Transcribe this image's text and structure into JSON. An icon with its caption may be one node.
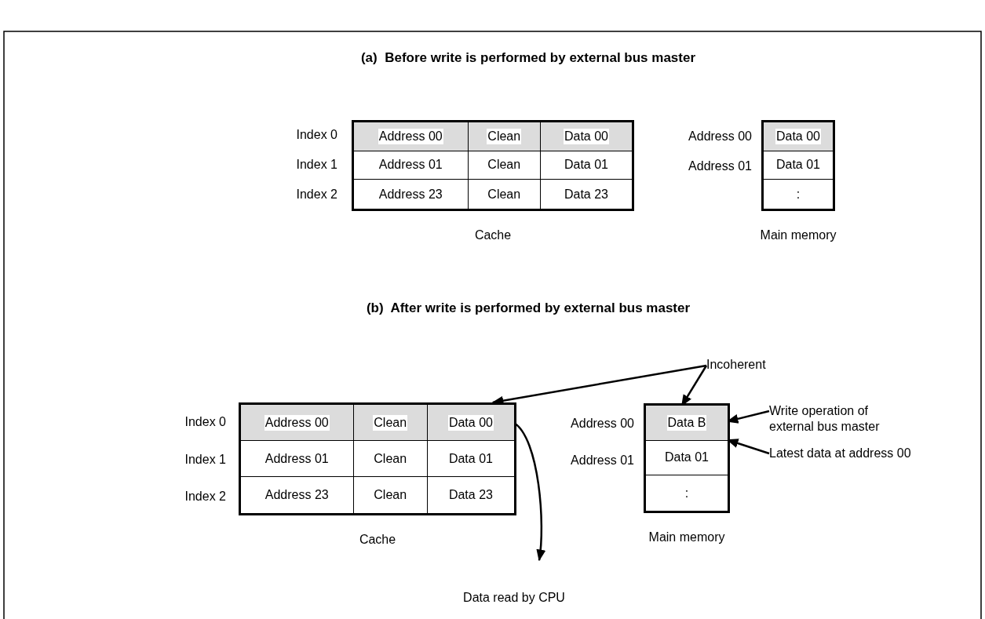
{
  "diagram": {
    "nodes": [
      {
        "text": [],
        "shape": "box",
        "beside": [
          "Cache"
        ]
      },
      {
        "text": [
          "Address 00"
        ],
        "in": 0
      },
      {
        "text": [
          "Clean"
        ],
        "in": 0
      },
      {
        "text": [
          "Data 00"
        ],
        "in": 0
      },
      {
        "text": [
          "Address 01"
        ],
        "in": 0
      },
      {
        "text": [
          "Clean"
        ],
        "in": 0
      },
      {
        "text": [
          "Data 01"
        ],
        "in": 0
      },
      {
        "text": [
          "Address 23"
        ],
        "in": 0
      },
      {
        "text": [
          "Clean"
        ],
        "in": 0
      },
      {
        "text": [
          "Data 23"
        ],
        "in": 0
      },
      {
        "text": [],
        "shape": "box",
        "beside": [
          "Main memory"
        ]
      },
      {
        "text": [
          "Data 00"
        ],
        "in": 10
      },
      {
        "text": [
          "Data 01"
        ],
        "in": 10
      },
      {
        "text": [
          ":"
        ],
        "in": 10
      },
      {
        "text": [],
        "shape": "box",
        "beside": [
          "Cache"
        ]
      },
      {
        "text": [
          "Address 00"
        ],
        "in": 14
      },
      {
        "text": [
          "Clean"
        ],
        "in": 14
      },
      {
        "text": [
          "Data 00"
        ],
        "in": 14
      },
      {
        "text": [
          "Address 01"
        ],
        "in": 14
      },
      {
        "text": [
          "Clean"
        ],
        "in": 14
      },
      {
        "text": [
          "Data 01"
        ],
        "in": 14
      },
      {
        "text": [
          "Address 23"
        ],
        "in": 14
      },
      {
        "text": [
          "Clean"
        ],
        "in": 14
      },
      {
        "text": [
          "Data 23"
        ],
        "in": 14
      },
      {
        "text": [],
        "shape": "box",
        "beside": [
          "Main memory"
        ]
      },
      {
        "text": [
          "Data B"
        ],
        "in": 24
      },
      {
        "text": [
          "Data 01"
        ],
        "in": 24
      },
      {
        "text": [
          ":"
        ],
        "in": 24
      },
      {
        "text": [
          "Incoherent"
        ]
      },
      {
        "text": [
          "Write operation of external bus master"
        ]
      },
      {
        "text": [
          "Latest data at address 00"
        ]
      },
      {
        "text": [
          "Data read by CPU"
        ]
      }
    ],
    "edges": [
      {
        "from": 28,
        "to": 14,
        "arrow": "to"
      },
      {
        "from": 28,
        "to": 25,
        "arrow": "to"
      },
      {
        "from": 29,
        "to": 25,
        "arrow": "to"
      },
      {
        "from": 30,
        "to": 25,
        "arrow": "to"
      },
      {
        "from": 17,
        "to": 31,
        "arrow": "to"
      }
    ],
    "labels": [
      "(a)  Before write is performed by external bus master",
      "Index 0",
      "Index 1",
      "Index 2",
      "Address 00",
      "Address 01",
      "(b)  After write is performed by external bus master",
      "Index 0",
      "Index 1",
      "Index 2",
      "Address 00",
      "Address 01"
    ]
  }
}
